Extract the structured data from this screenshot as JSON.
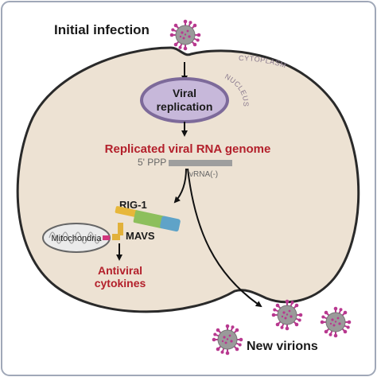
{
  "labels": {
    "initial_infection": "Initial infection",
    "viral_replication_line1": "Viral",
    "viral_replication_line2": "replication",
    "nucleus": "NUCLEUS",
    "cytoplasm": "CYTOPLASM",
    "replicated_genome": "Replicated viral RNA genome",
    "five_prime": "5' PPP",
    "vrna": "vRNA(-)",
    "rig1": "RIG-1",
    "mavs": "MAVS",
    "mitochondria": "Mitochondria",
    "antiviral_line1": "Antiviral",
    "antiviral_line2": "cytokines",
    "new_virions": "New virions"
  },
  "colors": {
    "border": "#a0a8b8",
    "cell_fill": "#ede2d3",
    "cell_stroke": "#2a2a2a",
    "nucleus_fill": "#c7b8da",
    "nucleus_stroke": "#7d6a9a",
    "red_text": "#b3202b",
    "rna_bar": "#9e9e9e",
    "virus_body": "#9a9a9a",
    "virus_spike": "#b8388f",
    "rig1_yellow": "#e7b73a",
    "rig1_green": "#8dbf5c",
    "rig1_blue": "#5fa3c8",
    "mavs_yellow": "#e2b13a",
    "mavs_pink": "#d1377e"
  }
}
